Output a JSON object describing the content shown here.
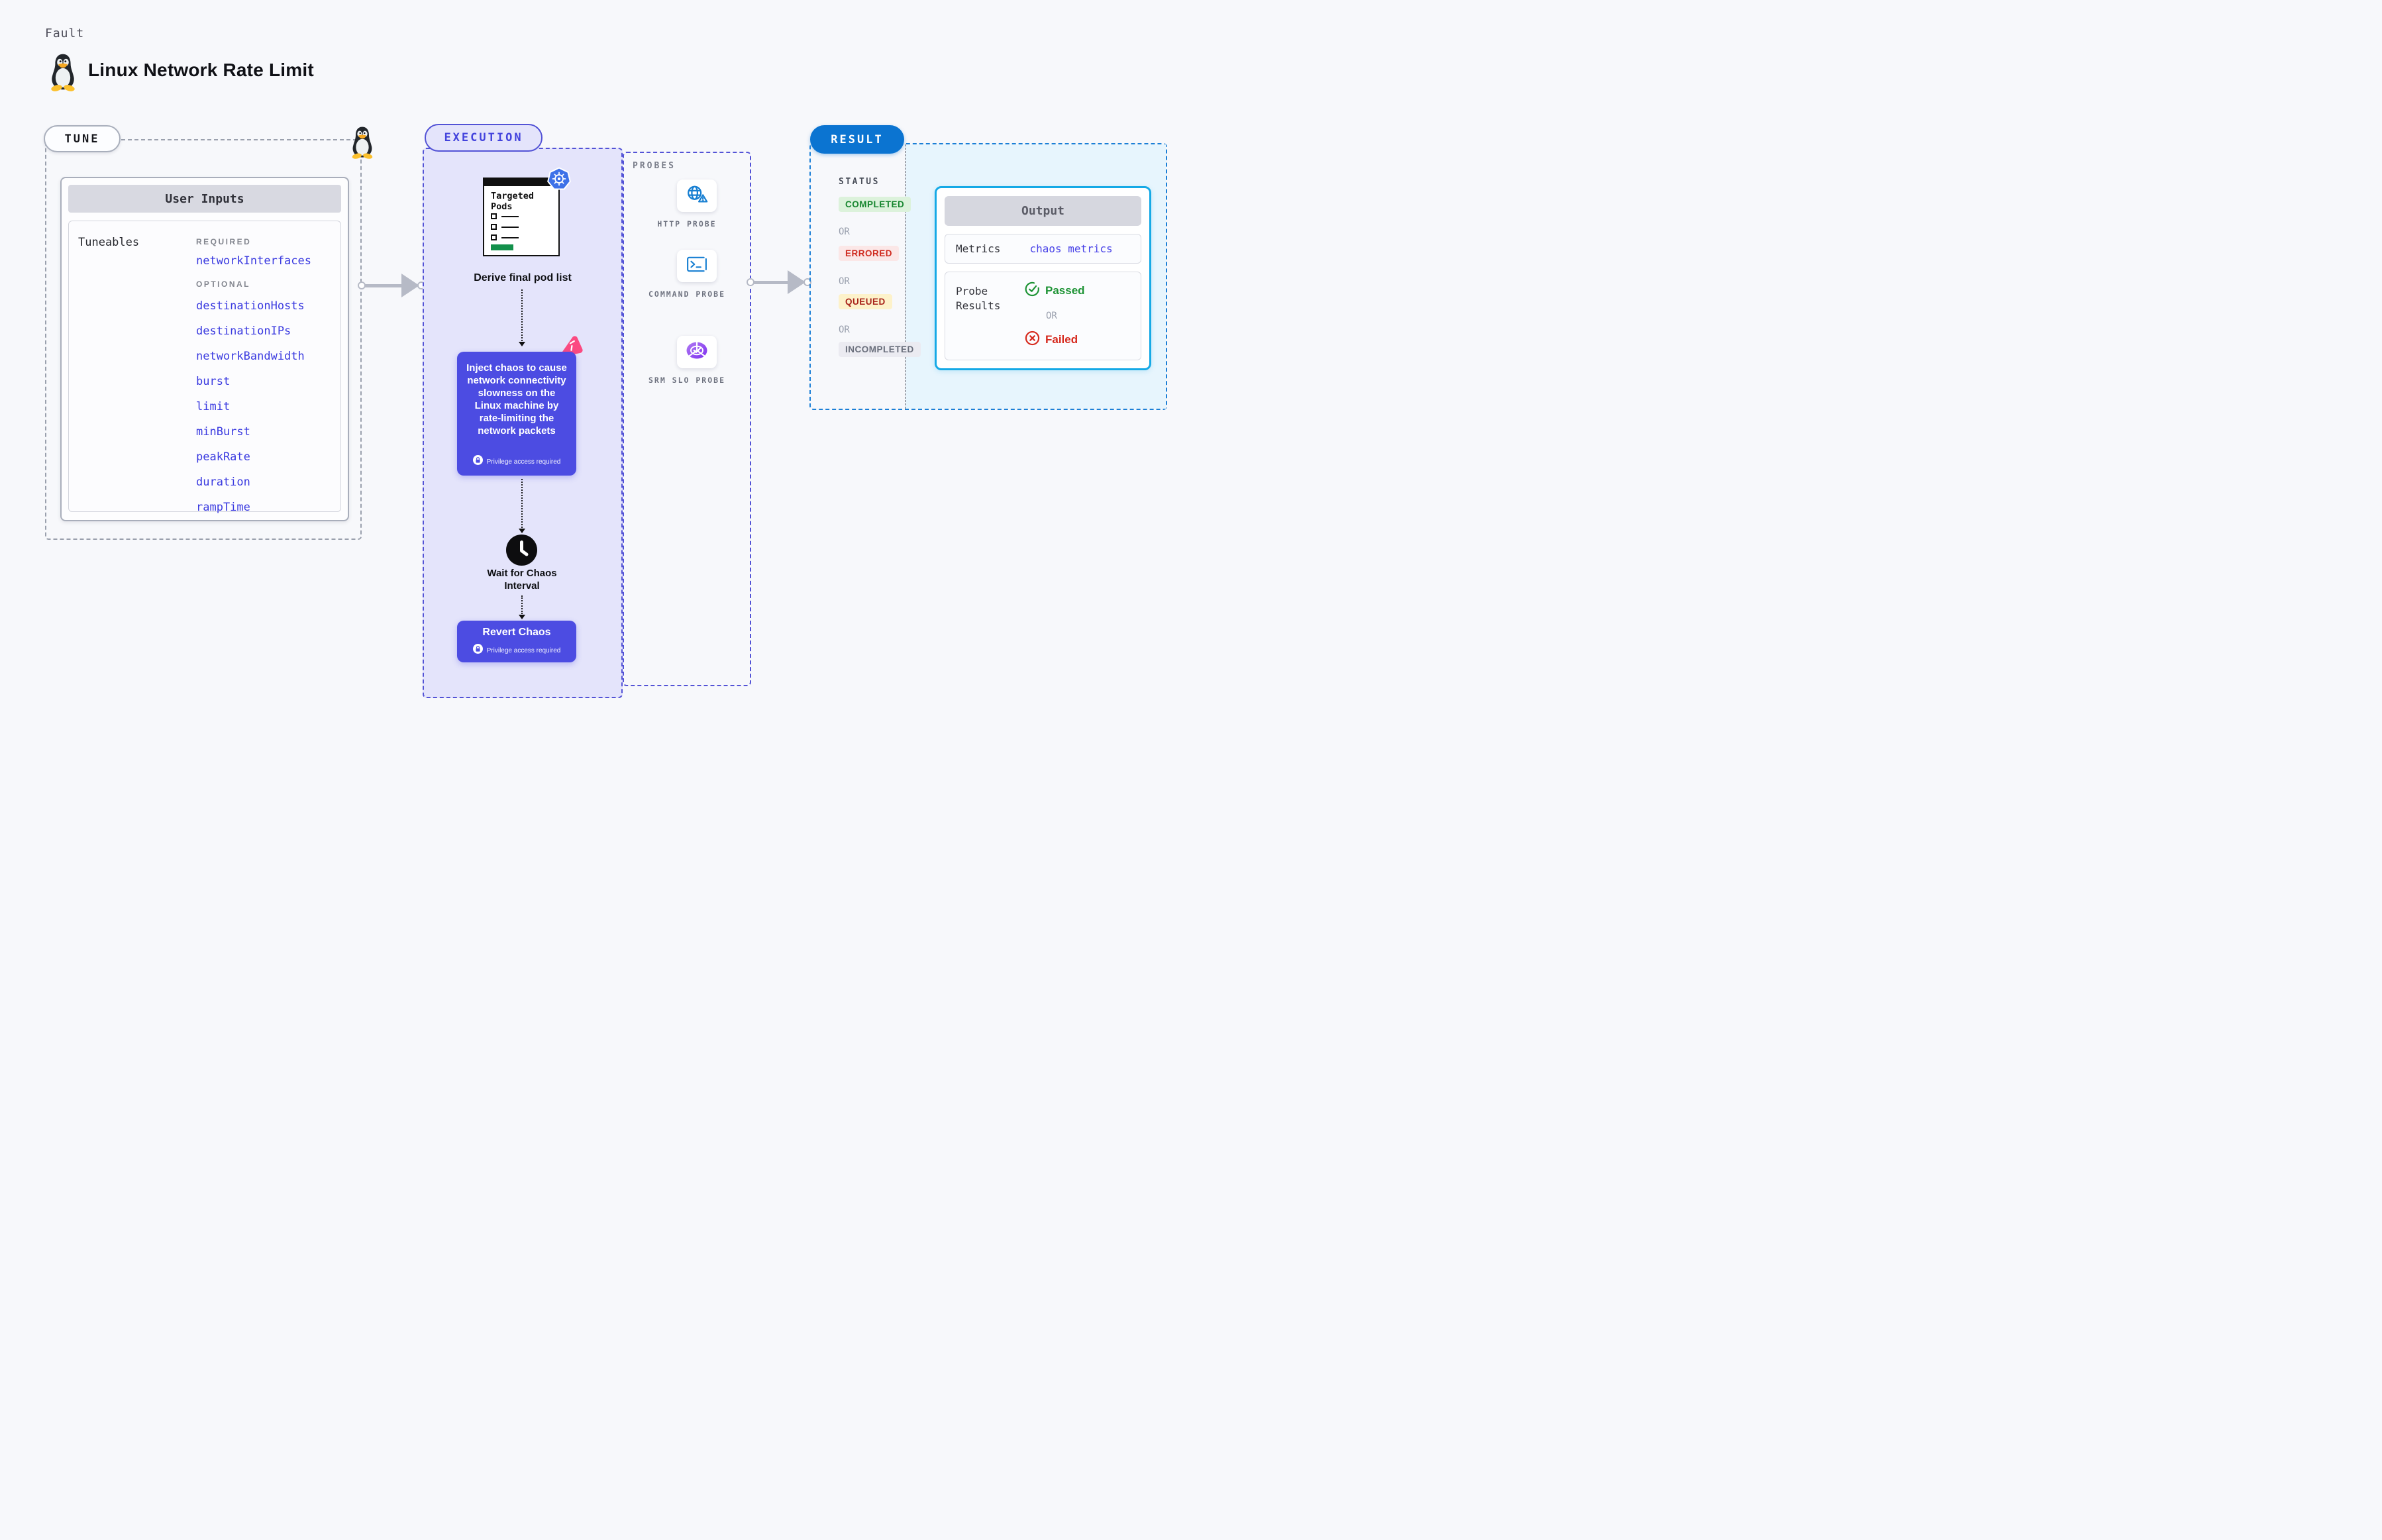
{
  "page": {
    "kicker": "Fault",
    "title": "Linux Network Rate Limit"
  },
  "tune": {
    "label": "TUNE",
    "panel_title": "User Inputs",
    "tuneables_label": "Tuneables",
    "required_label": "REQUIRED",
    "optional_label": "OPTIONAL",
    "required_items": [
      "networkInterfaces"
    ],
    "optional_items": [
      "destinationHosts",
      "destinationIPs",
      "networkBandwidth",
      "burst",
      "limit",
      "minBurst",
      "peakRate",
      "duration",
      "rampTime"
    ]
  },
  "execution": {
    "label": "EXECUTION",
    "pods_title": "Targeted Pods",
    "derive_label": "Derive final pod list",
    "inject_text": "Inject chaos to cause network connectivity slowness on the Linux machine by rate-limiting the network packets",
    "privilege_label": "Privilege access required",
    "wait_label": "Wait for Chaos Interval",
    "revert_label": "Revert Chaos"
  },
  "probes": {
    "label": "PROBES",
    "items": [
      {
        "label": "HTTP PROBE",
        "icon": "globe-alert-icon"
      },
      {
        "label": "COMMAND PROBE",
        "icon": "terminal-icon"
      },
      {
        "label": "SRM SLO PROBE",
        "icon": "slo-donut-icon"
      }
    ]
  },
  "result": {
    "label": "RESULT",
    "status_label": "STATUS",
    "statuses": [
      "COMPLETED",
      "ERRORED",
      "QUEUED",
      "INCOMPLETED"
    ],
    "or_label": "OR",
    "output": {
      "title": "Output",
      "metrics_label": "Metrics",
      "metrics_value": "chaos metrics",
      "probe_results_label": "Probe Results",
      "passed_label": "Passed",
      "failed_label": "Failed"
    }
  },
  "colors": {
    "background": "#f7f8fb",
    "indigo_accent": "#4c4ce2",
    "indigo_dash": "#5353d6",
    "lavender_fill": "#e4e4fb",
    "tune_dash_gray": "#9aa0ad",
    "result_blue": "#0b74d1",
    "result_dash_blue": "#1b7fd6",
    "result_fill": "#e7f5fd",
    "output_border_cyan": "#15a9e6",
    "probe_icon_blue": "#177fd2",
    "srm_purple": "#8a3df2",
    "pink_chaos": "#fb4a81",
    "completed_green": "#17862f",
    "errored_red": "#cf2a1f",
    "queued_amber_bg": "#fdf2ca",
    "passed_green": "#1d9334",
    "failed_red": "#d62a1e",
    "arrow_gray": "#b6bac6",
    "k8s_blue": "#3d71e8",
    "pods_green_bar": "#13904b",
    "link_indigo": "#3a3ae0"
  }
}
